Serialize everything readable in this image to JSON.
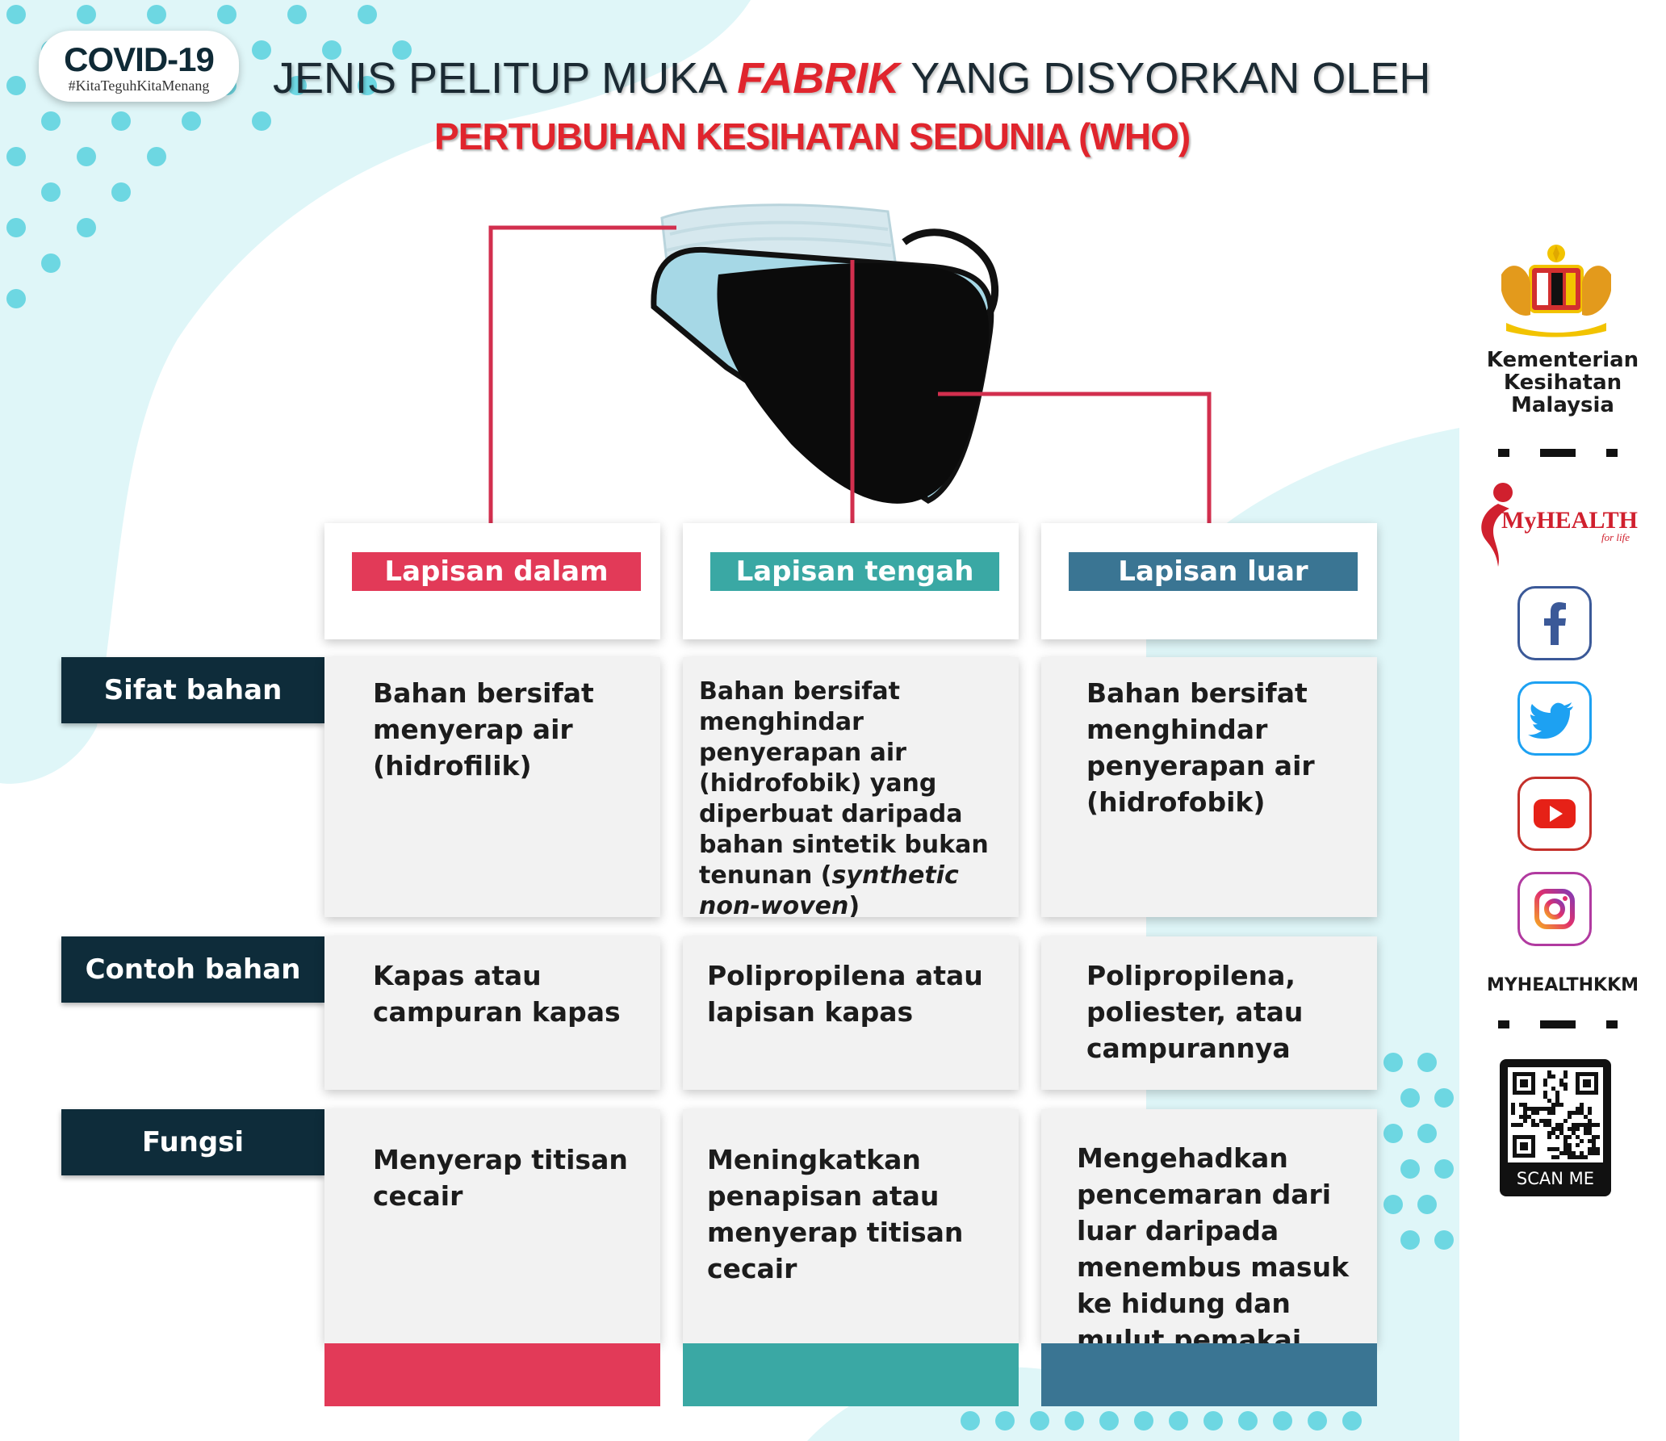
{
  "header": {
    "badge_title": "COVID-19",
    "badge_tag": "#KitaTeguhKitaMenang",
    "title_part1": "JENIS PELITUP MUKA ",
    "title_highlight": "FABRIK",
    "title_part2": " YANG DISYORKAN OLEH",
    "subtitle": "PERTUBUHAN KESIHATAN SEDUNIA (WHO)"
  },
  "row_labels": {
    "sifat": "Sifat bahan",
    "contoh": "Contoh bahan",
    "fungsi": "Fungsi"
  },
  "columns": [
    {
      "label": "Lapisan dalam",
      "sifat": "Bahan bersifat menyerap air (hidrofilik)",
      "contoh": "Kapas atau campuran kapas",
      "fungsi": "Menyerap titisan cecair"
    },
    {
      "label": "Lapisan tengah",
      "sifat": "Bahan bersifat menghindar penyerapan air (hidrofobik) yang diperbuat daripada bahan sintetik bukan tenunan (",
      "sifat_italic": "synthetic non-woven",
      "sifat_end": ")",
      "contoh": "Polipropilena atau lapisan kapas",
      "fungsi": "Meningkatkan penapisan atau menyerap titisan cecair"
    },
    {
      "label": "Lapisan luar",
      "sifat": "Bahan bersifat menghindar penyerapan air (hidrofobik)",
      "contoh": "Polipropilena, poliester, atau campurannya",
      "fungsi": "Mengehadkan pencemaran dari luar daripada  menembus masuk ke hidung dan mulut pemakai"
    }
  ],
  "sidebar": {
    "ministry": "Kementerian Kesihatan Malaysia",
    "myhealth": "MyHEALTH",
    "forlife": "for life",
    "handle": "MYHEALTHKKM",
    "scan_label": "SCAN ME"
  },
  "colors": {
    "inner": "#e23a58",
    "middle": "#3aa8a4",
    "outer": "#3a7593",
    "dark": "#0e2c3a",
    "accent_red": "#e0252d",
    "dots": "#6dd7e2",
    "blob": "#dff6f8"
  },
  "icons": [
    "coat-of-arms-icon",
    "myhealth-logo-icon",
    "facebook-icon",
    "twitter-icon",
    "youtube-icon",
    "instagram-icon",
    "qr-code-icon"
  ]
}
